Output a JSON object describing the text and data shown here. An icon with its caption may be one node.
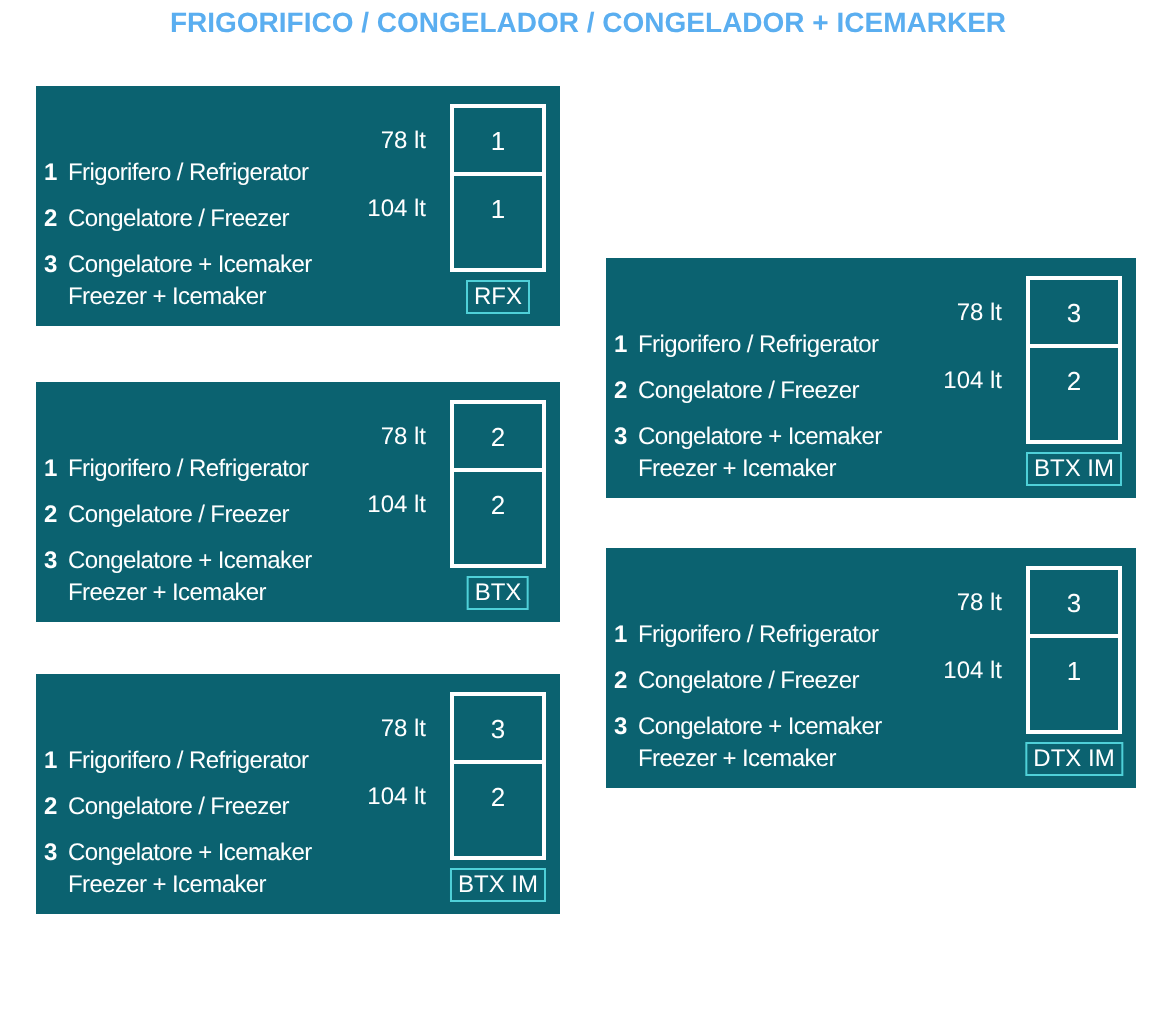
{
  "diagram": {
    "title": "FRIGORIFICO / CONGELADOR / CONGELADOR + ICEMARKER",
    "nodes": [
      {
        "text": [
          "1",
          "Frigorifero / Refrigerator",
          "2",
          "Congelatore / Freezer",
          "3",
          "Congelatore + Icemaker",
          "Freezer + Icemaker"
        ]
      },
      {
        "text": [
          "1"
        ],
        "beside": [
          "78 lt"
        ],
        "in": 0
      },
      {
        "text": [
          "1"
        ],
        "beside": [
          "104 lt"
        ],
        "in": 0
      },
      {
        "text": [
          "RFX"
        ],
        "in": 0
      },
      {
        "text": [
          "1",
          "Frigorifero / Refrigerator",
          "2",
          "Congelatore / Freezer",
          "3",
          "Congelatore + Icemaker",
          "Freezer + Icemaker"
        ]
      },
      {
        "text": [
          "3"
        ],
        "beside": [
          "78 lt"
        ],
        "in": 4
      },
      {
        "text": [
          "2"
        ],
        "beside": [
          "104 lt"
        ],
        "in": 4
      },
      {
        "text": [
          "BTX IM"
        ],
        "in": 4
      },
      {
        "text": [
          "1",
          "Frigorifero / Refrigerator",
          "2",
          "Congelatore / Freezer",
          "3",
          "Congelatore + Icemaker",
          "Freezer + Icemaker"
        ]
      },
      {
        "text": [
          "2"
        ],
        "beside": [
          "78 lt"
        ],
        "in": 8
      },
      {
        "text": [
          "2"
        ],
        "beside": [
          "104 lt"
        ],
        "in": 8
      },
      {
        "text": [
          "BTX"
        ],
        "in": 8
      },
      {
        "text": [
          "1",
          "Frigorifero / Refrigerator",
          "2",
          "Congelatore / Freezer",
          "3",
          "Congelatore + Icemaker",
          "Freezer + Icemaker"
        ]
      },
      {
        "text": [
          "3"
        ],
        "beside": [
          "78 lt"
        ],
        "in": 12
      },
      {
        "text": [
          "1"
        ],
        "beside": [
          "104 lt"
        ],
        "in": 12
      },
      {
        "text": [
          "DTX IM"
        ],
        "in": 12
      },
      {
        "text": [
          "1",
          "Frigorifero / Refrigerator",
          "2",
          "Congelatore / Freezer",
          "3",
          "Congelatore + Icemaker",
          "Freezer + Icemaker"
        ]
      },
      {
        "text": [
          "3"
        ],
        "beside": [
          "78 lt"
        ],
        "in": 16
      },
      {
        "text": [
          "2"
        ],
        "beside": [
          "104 lt"
        ],
        "in": 16
      },
      {
        "text": [
          "BTX IM"
        ],
        "in": 16
      }
    ]
  }
}
